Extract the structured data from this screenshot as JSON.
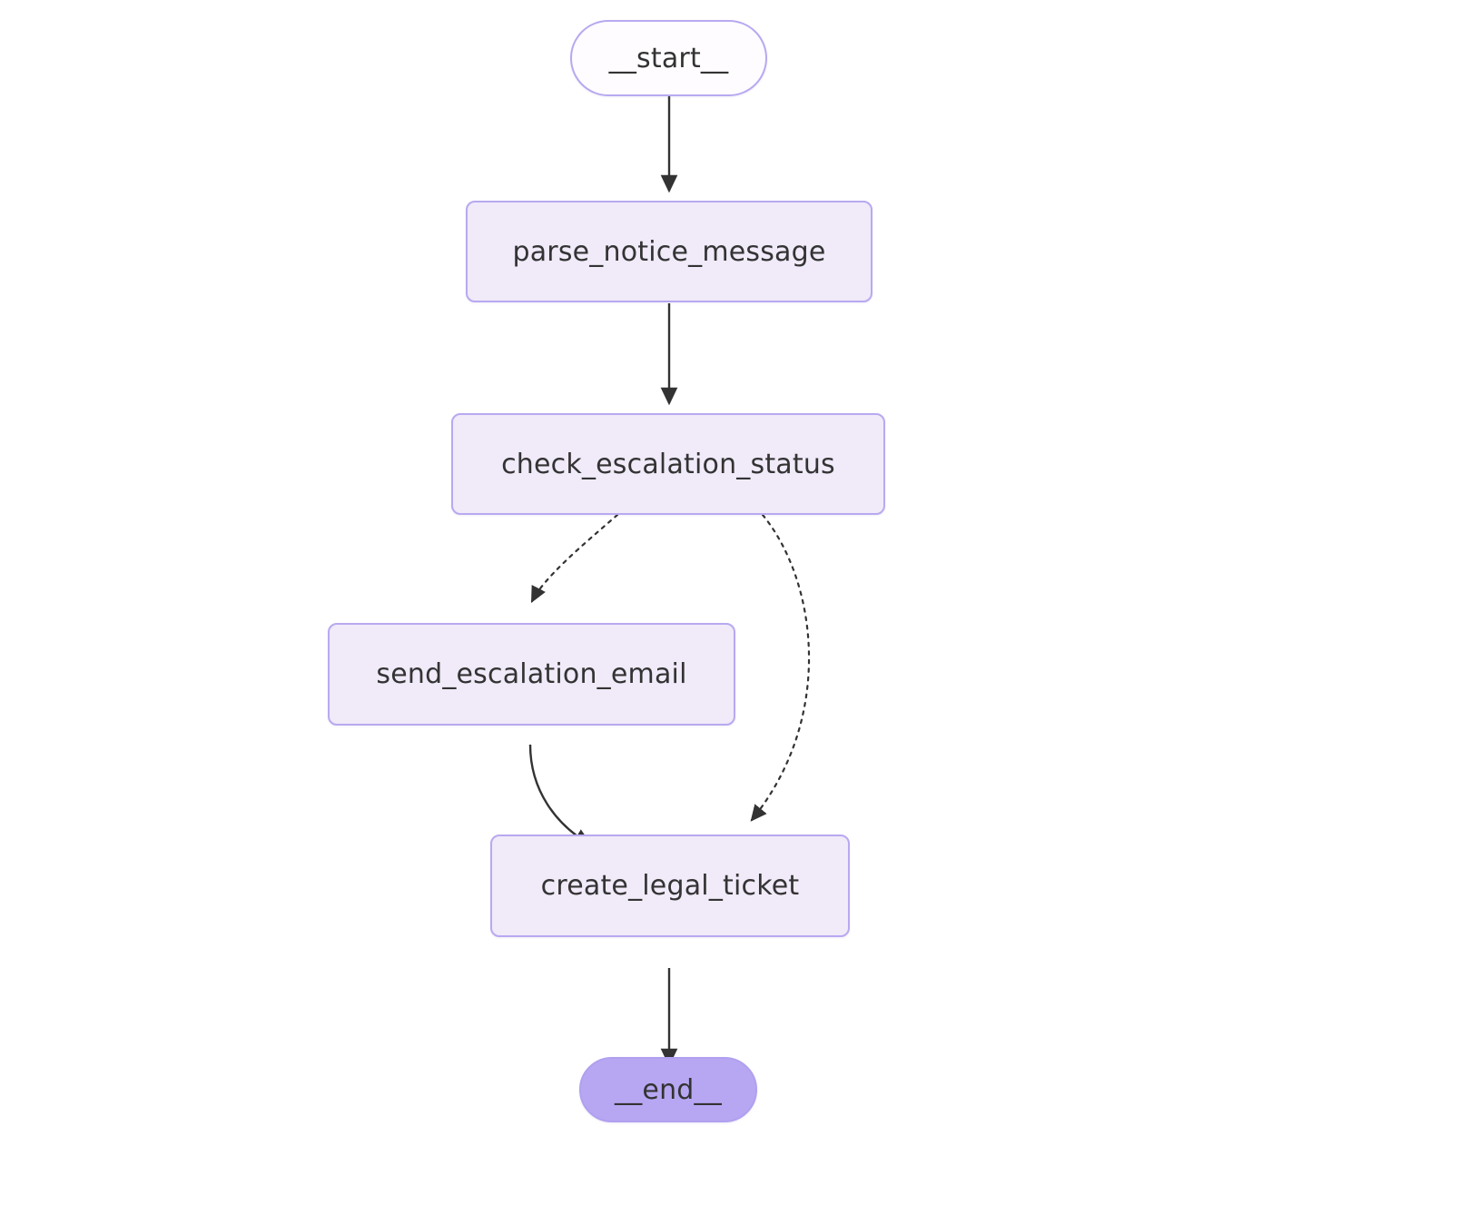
{
  "diagram": {
    "type": "flowchart",
    "direction": "top-to-bottom",
    "background_color": "#ffffff",
    "node_fill": "#f0eaf9",
    "node_border": "#b8a9f0",
    "terminal_start_fill": "#fefcff",
    "terminal_end_fill": "#b7a7f3",
    "text_color": "#333333",
    "edge_color": "#333333",
    "nodes": [
      {
        "id": "start",
        "label": "__start__",
        "shape": "stadium",
        "style": "terminal-start"
      },
      {
        "id": "parse_notice_message",
        "label": "parse_notice_message",
        "shape": "rounded-rect",
        "style": "process"
      },
      {
        "id": "check_escalation_status",
        "label": "check_escalation_status",
        "shape": "rounded-rect",
        "style": "process"
      },
      {
        "id": "send_escalation_email",
        "label": "send_escalation_email",
        "shape": "rounded-rect",
        "style": "process"
      },
      {
        "id": "create_legal_ticket",
        "label": "create_legal_ticket",
        "shape": "rounded-rect",
        "style": "process"
      },
      {
        "id": "end",
        "label": "__end__",
        "shape": "stadium",
        "style": "terminal-end"
      }
    ],
    "edges": [
      {
        "from": "start",
        "to": "parse_notice_message",
        "line": "solid",
        "label": ""
      },
      {
        "from": "parse_notice_message",
        "to": "check_escalation_status",
        "line": "solid",
        "label": ""
      },
      {
        "from": "check_escalation_status",
        "to": "send_escalation_email",
        "line": "dotted",
        "label": ""
      },
      {
        "from": "check_escalation_status",
        "to": "create_legal_ticket",
        "line": "dotted",
        "label": ""
      },
      {
        "from": "send_escalation_email",
        "to": "create_legal_ticket",
        "line": "solid",
        "label": ""
      },
      {
        "from": "create_legal_ticket",
        "to": "end",
        "line": "solid",
        "label": ""
      }
    ]
  }
}
